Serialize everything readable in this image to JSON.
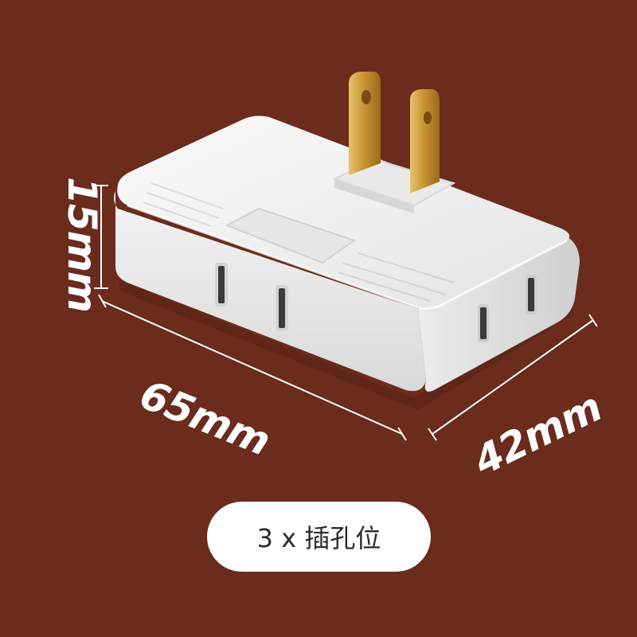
{
  "dimensions": {
    "height": "15mm",
    "length": "65mm",
    "width": "42mm"
  },
  "caption": "3 x 插孔位",
  "colors": {
    "background": "#6b2b1d",
    "plug_body": "#f1f1f1",
    "prong": "#c99a3a",
    "label": "#ffffff"
  }
}
